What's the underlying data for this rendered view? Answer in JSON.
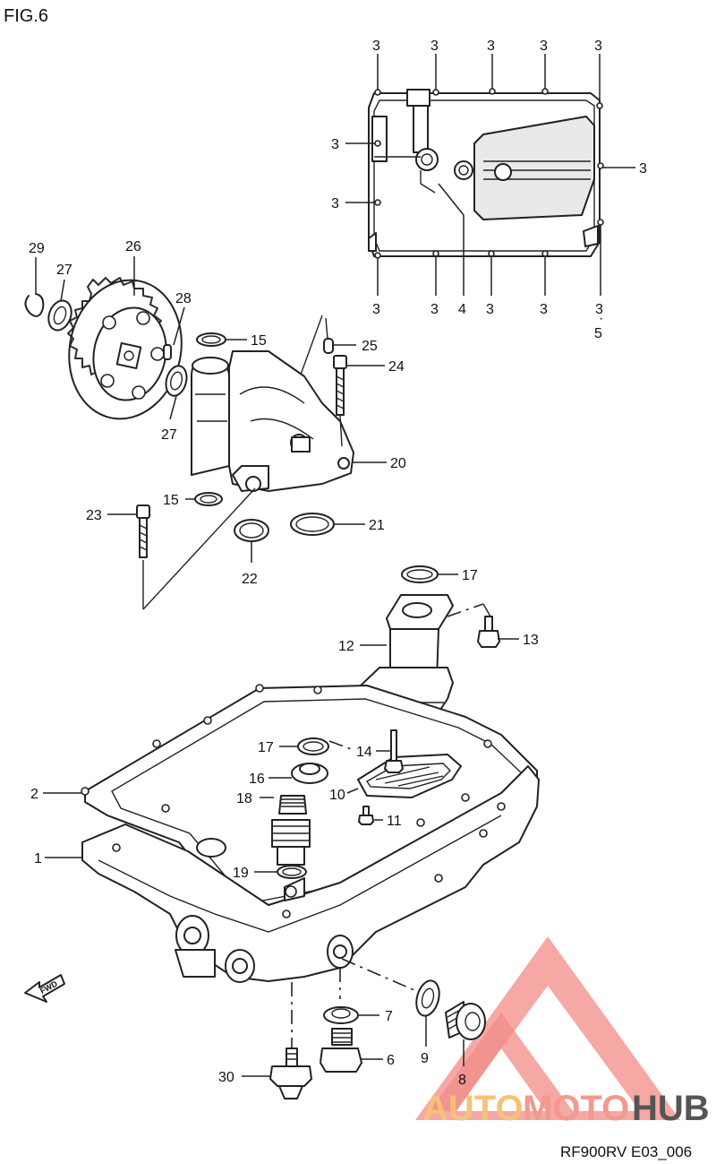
{
  "figure_label": "FIG.6",
  "reference_code": "RF900RV E03_006",
  "watermark": {
    "part1": "AUTO",
    "part2": "MOTO",
    "part3": "HUB",
    "color_auto": "#f6c27a",
    "color_moto": "#f29a8e",
    "color_hub": "#555555",
    "logo_color": "#f07f79"
  },
  "fwd_arrow": "FWD",
  "callouts": {
    "c1": "1",
    "c2": "2",
    "c3a": "3",
    "c3b": "3",
    "c3c": "3",
    "c3d": "3",
    "c3e": "3",
    "c3f": "3",
    "c3g": "3",
    "c3h": "3",
    "c3i": "3",
    "c3j": "3",
    "c3k": "3",
    "c3l": "3",
    "c3m": "3",
    "c4": "4",
    "c5": "5",
    "c6": "6",
    "c7": "7",
    "c8": "8",
    "c9": "9",
    "c10": "10",
    "c11": "11",
    "c12": "12",
    "c13": "13",
    "c14": "14",
    "c15a": "15",
    "c15b": "15",
    "c16": "16",
    "c17a": "17",
    "c17b": "17",
    "c18": "18",
    "c19": "19",
    "c20": "20",
    "c21": "21",
    "c22": "22",
    "c23": "23",
    "c24": "24",
    "c25": "25",
    "c26": "26",
    "c27a": "27",
    "c27b": "27",
    "c28": "28",
    "c29": "29",
    "c30": "30"
  }
}
